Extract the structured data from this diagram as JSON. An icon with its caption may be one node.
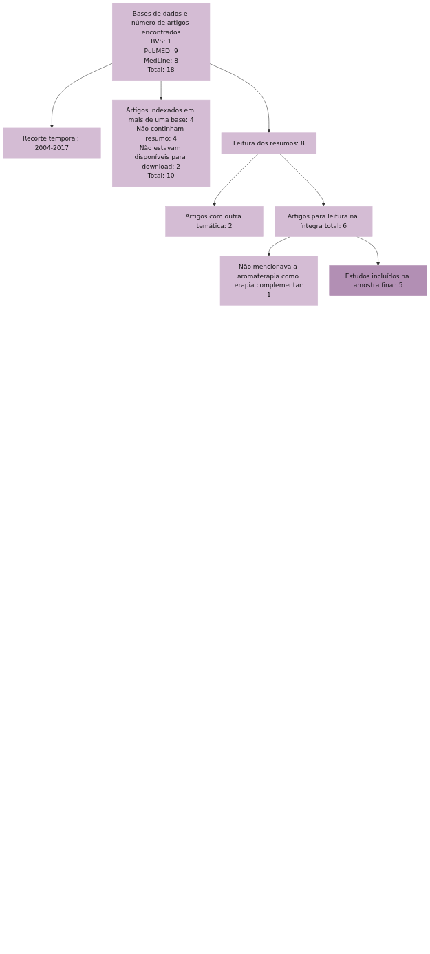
{
  "diagram": {
    "nodes": [
      {
        "text": [
          "Bases de dados e número de artigos encontrados",
          "BVS: 1",
          "PubMED: 9",
          "MedLine: 8",
          "Total: 18"
        ]
      },
      {
        "text": [
          "Recorte temporal: 2004-2017"
        ]
      },
      {
        "text": [
          "Artigos indexados em mais de uma base: 4",
          "Não continham resumo: 4",
          "Não estavam disponíveis para download: 2",
          "Total: 10"
        ]
      },
      {
        "text": [
          "Leitura dos resumos: 8"
        ]
      },
      {
        "text": [
          "Artigos com outra temática: 2"
        ]
      },
      {
        "text": [
          "Artigos para leitura na íntegra total: 6"
        ]
      },
      {
        "text": [
          "Não mencionava a aromaterapia como terapia complementar: 1"
        ]
      },
      {
        "text": [
          "Estudos incluídos na amostra final: 5"
        ]
      }
    ],
    "edges": [
      {
        "from": 0,
        "to": 1,
        "arrow": "to"
      },
      {
        "from": 0,
        "to": 2,
        "arrow": "to"
      },
      {
        "from": 0,
        "to": 3,
        "arrow": "to"
      },
      {
        "from": 3,
        "to": 4,
        "arrow": "to"
      },
      {
        "from": 3,
        "to": 5,
        "arrow": "to"
      },
      {
        "from": 5,
        "to": 6,
        "arrow": "to"
      },
      {
        "from": 5,
        "to": 7,
        "arrow": "to"
      }
    ]
  }
}
